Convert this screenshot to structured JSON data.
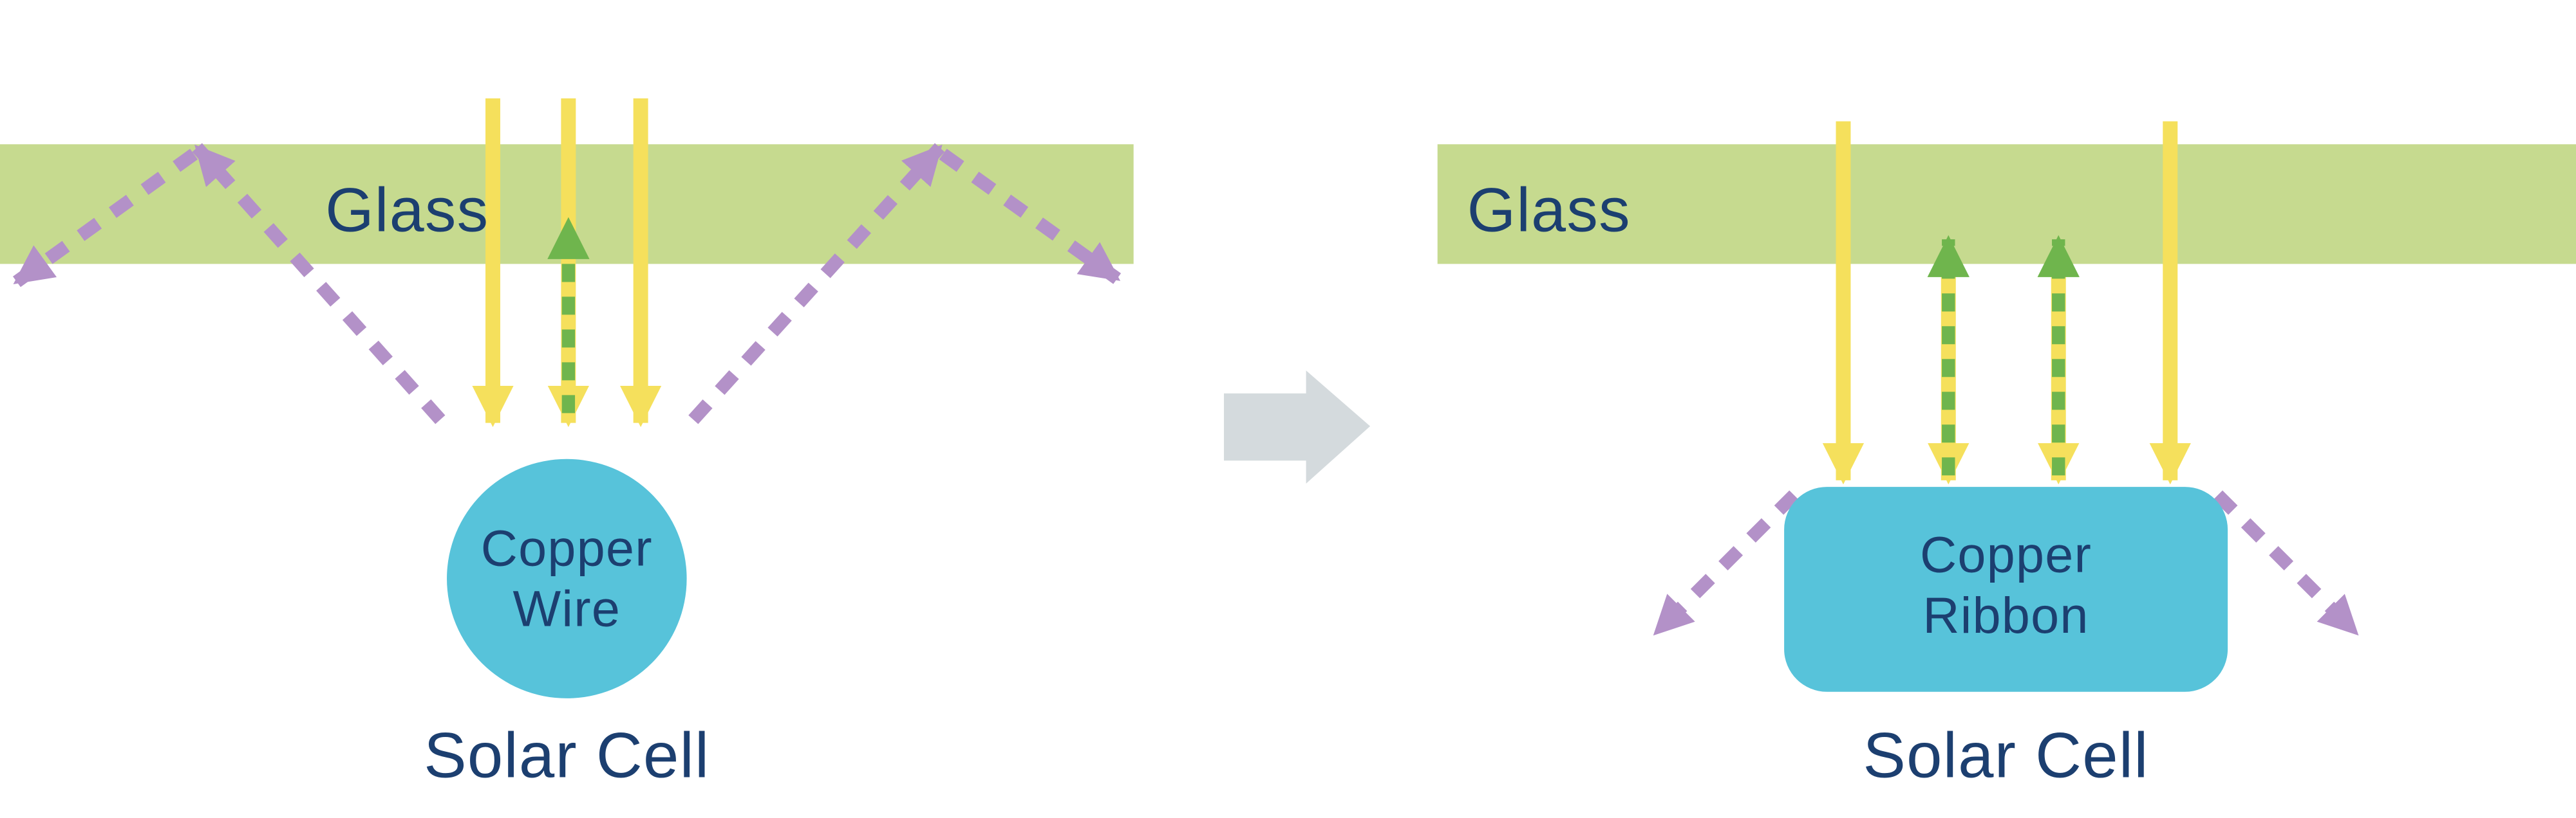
{
  "colors": {
    "glass_green": "#c6da8f",
    "light_yellow": "#f5e05c",
    "reflect_green": "#6fb54d",
    "escape_purple": "#b391c8",
    "copper_blue": "#57c3da",
    "text_navy": "#1c3f70",
    "transition_gray": "#d4dadd",
    "background": "#ffffff"
  },
  "left_panel": {
    "glass_label": "Glass",
    "component_label_line1": "Copper",
    "component_label_line2": "Wire",
    "solar_cell_label": "Solar Cell"
  },
  "right_panel": {
    "glass_label": "Glass",
    "component_label_line1": "Copper",
    "component_label_line2": "Ribbon",
    "solar_cell_label": "Solar Cell"
  }
}
